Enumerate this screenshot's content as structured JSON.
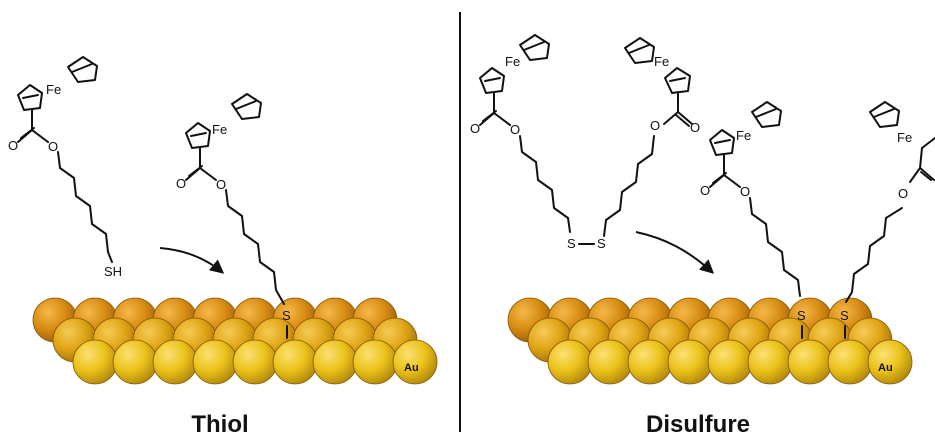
{
  "panels": {
    "left": {
      "caption": "Thiol"
    },
    "right": {
      "caption": "Disulfure"
    }
  },
  "atoms": {
    "iron": "Fe",
    "oxygen": "O",
    "sulfur": "S",
    "thiol": "SH",
    "gold": "Au"
  },
  "colors": {
    "gold_top": "#d48a10",
    "gold_mid": "#e0a515",
    "gold_bottom": "#ecc21a",
    "ink": "#111111"
  }
}
